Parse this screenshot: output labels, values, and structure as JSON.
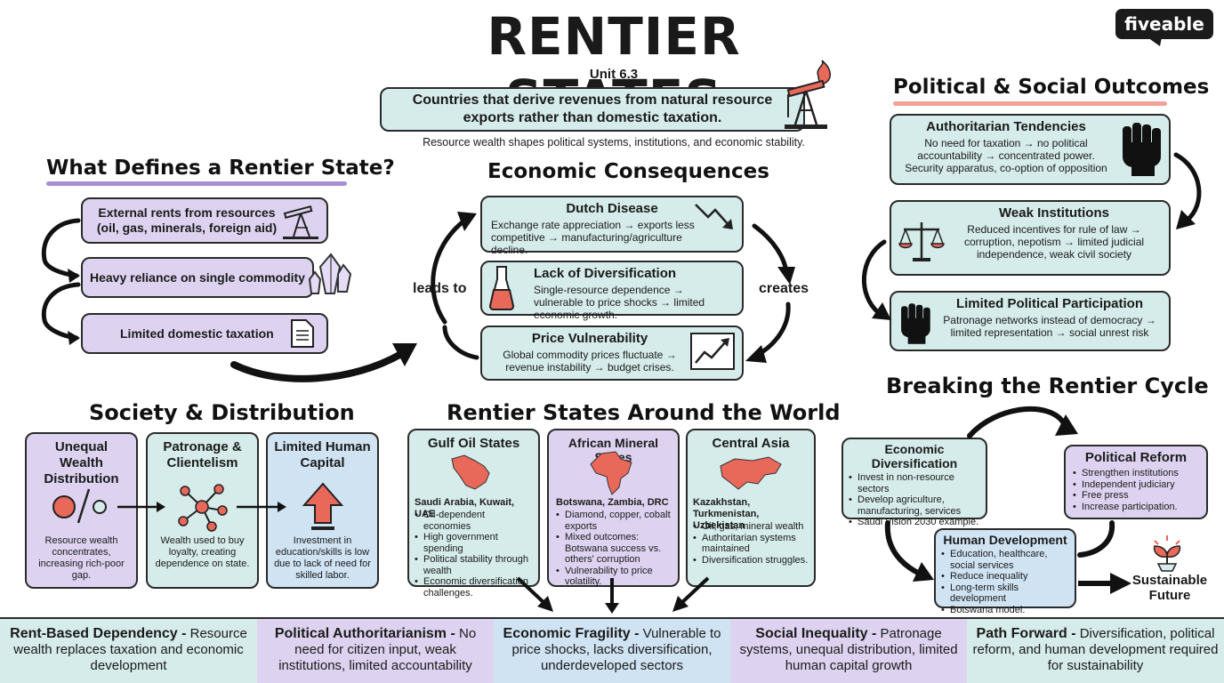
{
  "header": {
    "title": "RENTIER STATES",
    "unit": "Unit 6.3",
    "definition": "Countries that derive revenues from natural resource exports rather than domestic taxation.",
    "subtitle": "Resource wealth shapes political systems, institutions, and economic stability.",
    "logo": "fiveable",
    "icon": "oil-pump-icon"
  },
  "defines": {
    "title": "What Defines a Rentier State?",
    "items": [
      {
        "text": "External rents from resources (oil, gas, minerals, foreign aid)",
        "icon": "oil-pump-icon"
      },
      {
        "text": "Heavy reliance on single commodity",
        "icon": "crystal-icon"
      },
      {
        "text": "Limited domestic taxation",
        "icon": "document-icon"
      }
    ]
  },
  "economic": {
    "title": "Economic Consequences",
    "leads_to": "leads to",
    "creates": "creates",
    "items": [
      {
        "title": "Dutch Disease",
        "text": "Exchange rate appreciation → exports less competitive → manufacturing/agriculture decline.",
        "icon": "trend-down-icon"
      },
      {
        "title": "Lack of Diversification",
        "text": "Single-resource dependence → vulnerable to price shocks → limited economic growth.",
        "icon": "flask-icon"
      },
      {
        "title": "Price Vulnerability",
        "text": "Global commodity prices fluctuate → revenue instability → budget crises.",
        "icon": "trend-up-icon"
      }
    ]
  },
  "political": {
    "title": "Political & Social Outcomes",
    "items": [
      {
        "title": "Authoritarian Tendencies",
        "text": "No need for taxation → no political accountability → concentrated power. Security apparatus, co-option of opposition",
        "icon": "fist-icon"
      },
      {
        "title": "Weak Institutions",
        "text": "Reduced incentives for rule of law → corruption, nepotism → limited judicial independence, weak civil society",
        "icon": "scales-icon"
      },
      {
        "title": "Limited Political Participation",
        "text": "Patronage networks instead of democracy → limited representation → social unrest risk",
        "icon": "fist-icon"
      }
    ]
  },
  "society": {
    "title": "Society & Distribution",
    "items": [
      {
        "title": "Unequal Wealth Distribution",
        "text": "Resource wealth concentrates, increasing rich-poor gap.",
        "icon": "inequality-icon"
      },
      {
        "title": "Patronage & Clientelism",
        "text": "Wealth used to buy loyalty, creating dependence on state.",
        "icon": "network-icon"
      },
      {
        "title": "Limited Human Capital",
        "text": "Investment in education/skills is low due to lack of need for skilled labor.",
        "icon": "arrow-up-icon"
      }
    ]
  },
  "world": {
    "title": "Rentier States Around the World",
    "regions": [
      {
        "title": "Gulf Oil States",
        "countries": "Saudi Arabia, Kuwait, UAE",
        "bullets": [
          "Oil-dependent economies",
          "High government spending",
          "Political stability through wealth",
          "Economic diversification challenges."
        ],
        "icon": "arabia-map-icon"
      },
      {
        "title": "African Mineral States",
        "countries": "Botswana, Zambia, DRC",
        "bullets": [
          "Diamond, copper, cobalt exports",
          "Mixed outcomes: Botswana success vs. others' corruption",
          "Vulnerability to price volatility."
        ],
        "icon": "africa-map-icon"
      },
      {
        "title": "Central Asia",
        "countries": "Kazakhstan, Turkmenistan, Uzbekistan",
        "bullets": [
          "Oil, gas, mineral wealth",
          "Authoritarian systems maintained",
          "Diversification struggles."
        ],
        "icon": "central-asia-map-icon"
      }
    ]
  },
  "cycle": {
    "title": "Breaking the Rentier Cycle",
    "diversification": {
      "title": "Economic Diversification",
      "bullets": [
        "Invest in non-resource sectors",
        "Develop agriculture, manufacturing, services",
        "Saudi Vision 2030 example."
      ]
    },
    "reform": {
      "title": "Political Reform",
      "bullets": [
        "Strengthen institutions",
        "Independent judiciary",
        "Free press",
        "Increase participation."
      ]
    },
    "human": {
      "title": "Human Development",
      "bullets": [
        "Education, healthcare, social services",
        "Reduce inequality",
        "Long-term skills development",
        "Botswana model."
      ]
    },
    "future": "Sustainable Future",
    "icon": "sprout-icon"
  },
  "footer": [
    {
      "bold": "Rent-Based Dependency -",
      "text": "Resource wealth replaces taxation and economic development"
    },
    {
      "bold": "Political Authoritarianism -",
      "text": "No need for citizen input, weak institutions, limited accountability"
    },
    {
      "bold": "Economic Fragility -",
      "text": "Vulnerable to price shocks, lacks diversification, underdeveloped sectors"
    },
    {
      "bold": "Social Inequality -",
      "text": "Patronage systems, unequal distribution, limited human capital growth"
    },
    {
      "bold": "Path Forward -",
      "text": "Diversification, political reform, and human development required for sustainability"
    }
  ],
  "colors": {
    "teal": "#d5ecea",
    "purple": "#ddd3f0",
    "blue": "#cfe3f3",
    "accent_red": "#e8685a",
    "underline_purple": "#a98fd8",
    "underline_red": "#f2a197"
  }
}
